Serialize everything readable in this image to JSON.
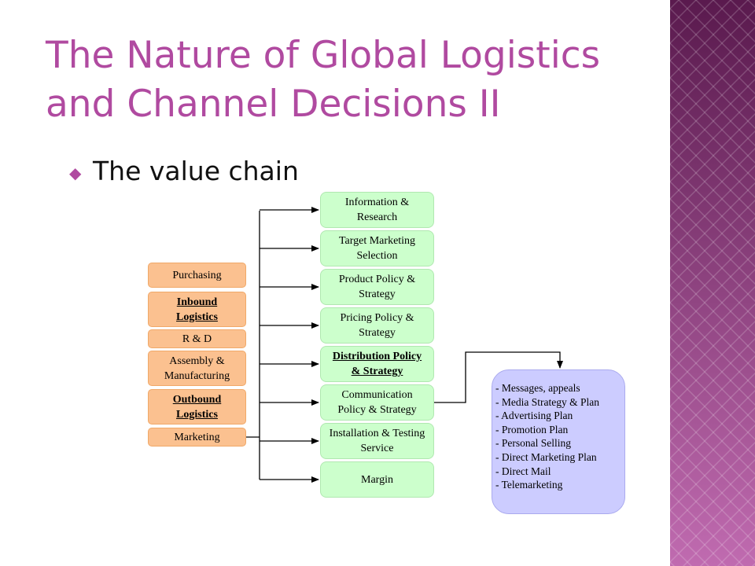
{
  "title": {
    "line1": "The Nature of Global Logistics",
    "line2": "and Channel Decisions II"
  },
  "bullet": "The value chain",
  "left_boxes": [
    {
      "label": "Purchasing",
      "underline": false
    },
    {
      "label": "Inbound\nLogistics",
      "underline": true
    },
    {
      "label": "R & D",
      "underline": false
    },
    {
      "label": "Assembly &\nManufacturing",
      "underline": false
    },
    {
      "label": "Outbound\nLogistics",
      "underline": true
    },
    {
      "label": "Marketing",
      "underline": false
    }
  ],
  "marketing_boxes": [
    {
      "label": "Information &\nResearch",
      "underline": false
    },
    {
      "label": "Target Marketing\nSelection",
      "underline": false
    },
    {
      "label": "Product Policy &\nStrategy",
      "underline": false
    },
    {
      "label": "Pricing Policy &\nStrategy",
      "underline": false
    },
    {
      "label": "Distribution Policy\n& Strategy",
      "underline": true
    },
    {
      "label": "Communication\nPolicy & Strategy",
      "underline": false
    },
    {
      "label": "Installation & Testing\nService",
      "underline": false
    },
    {
      "label": "Margin",
      "underline": false
    }
  ],
  "communication_details": [
    "- Messages, appeals",
    "- Media Strategy & Plan",
    "- Advertising Plan",
    "- Promotion Plan",
    "- Personal Selling",
    "- Direct Marketing Plan",
    "- Direct Mail",
    "- Telemarketing"
  ],
  "colors": {
    "title": "#b04aa0",
    "left_box_fill": "#fbc190",
    "marketing_box_fill": "#ccffcc",
    "detail_box_fill": "#ccccff",
    "decoration_dark": "#5a1a4e",
    "decoration_light": "#c06bb0"
  }
}
